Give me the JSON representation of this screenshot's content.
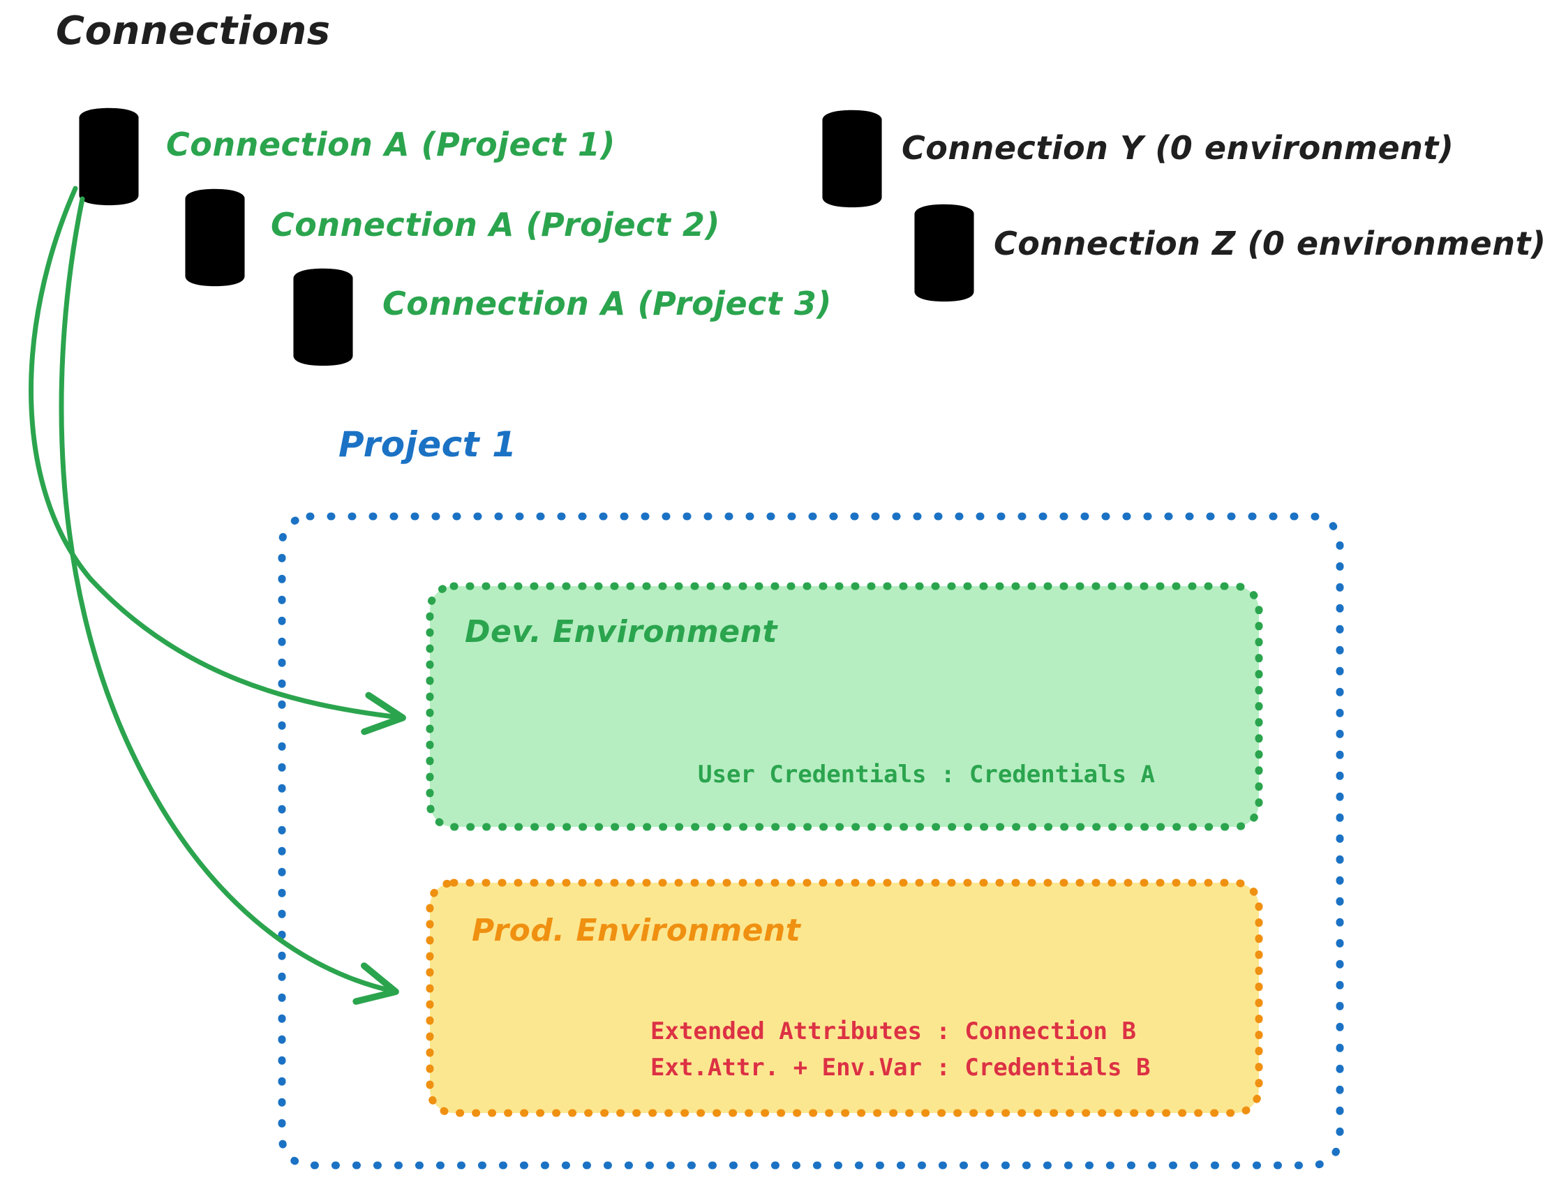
{
  "page": {
    "title": "Connections",
    "background": "#ffffff"
  },
  "colors": {
    "green_stroke": "#2ba44e",
    "green_fill": "#b6eec2",
    "gray_stroke": "#1f1f1f",
    "gray_fill": "#ccd0d8",
    "blue": "#1b72c4",
    "orange": "#ef9011",
    "yellow_fill": "#fce791",
    "red": "#dc3144",
    "ink": "#1f1f1f"
  },
  "connections_group": {
    "heading": "Connections",
    "green_nodes": [
      {
        "icon": "database-icon",
        "label": "Connection A (Project 1)"
      },
      {
        "icon": "database-icon",
        "label": "Connection A (Project 2)"
      },
      {
        "icon": "database-icon",
        "label": "Connection A (Project 3)"
      }
    ],
    "gray_nodes": [
      {
        "icon": "database-icon",
        "label": "Connection Y (0 environment)"
      },
      {
        "icon": "database-icon",
        "label": "Connection Z (0 environment)"
      }
    ]
  },
  "project": {
    "label": "Project 1",
    "environments": [
      {
        "name": "dev",
        "title": "Dev. Environment",
        "rows": [
          "User Credentials : Credentials A"
        ],
        "border_color": "#2ba44e",
        "fill_color": "#b6eec2",
        "text_color": "#2ba44e"
      },
      {
        "name": "prod",
        "title": "Prod. Environment",
        "rows": [
          "Extended Attributes : Connection B",
          "Ext.Attr. + Env.Var : Credentials B"
        ],
        "border_color": "#ef9011",
        "fill_color": "#fce791",
        "text_color": "#dc3144"
      }
    ]
  },
  "arrows": [
    {
      "name": "connection-a-to-dev-environment",
      "from": "Connection A (Project 1)",
      "to": "Dev. Environment"
    },
    {
      "name": "connection-a-to-prod-environment",
      "from": "Connection A (Project 1)",
      "to": "Prod. Environment"
    }
  ]
}
